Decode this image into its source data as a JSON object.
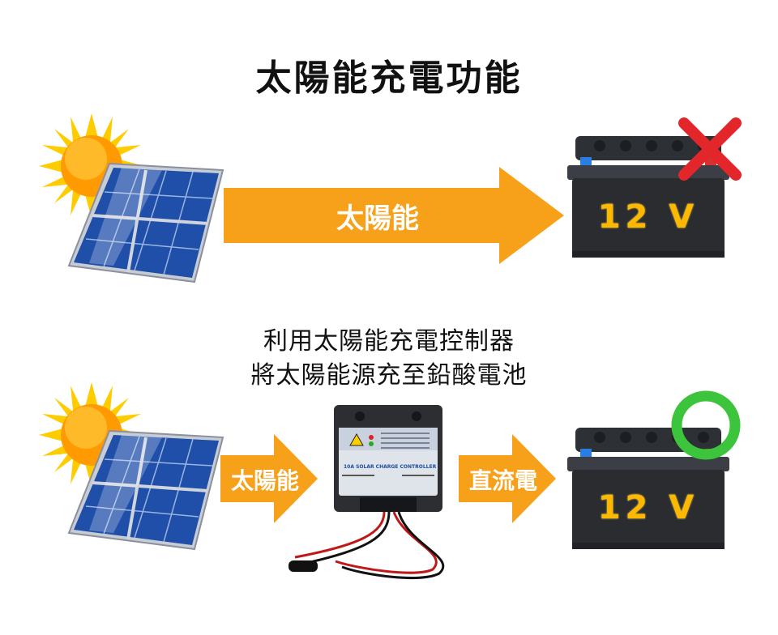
{
  "title": "太陽能充電功能",
  "top_row": {
    "arrow_label": "太陽能",
    "battery_label": "12 V",
    "status": "cross-icon"
  },
  "subtitle": {
    "line1": "利用太陽能充電控制器",
    "line2": "將太陽能源充至鉛酸電池"
  },
  "bottom_row": {
    "arrow1_label": "太陽能",
    "arrow2_label": "直流電",
    "controller_label": "10A SOLAR CHARGE CONTROLLER",
    "battery_label": "12 V",
    "status": "check-circle-icon"
  },
  "colors": {
    "arrow": "#f7a11a",
    "cross": "#e3262a",
    "circle": "#3cc43c",
    "battery_label": "#ffb800"
  }
}
